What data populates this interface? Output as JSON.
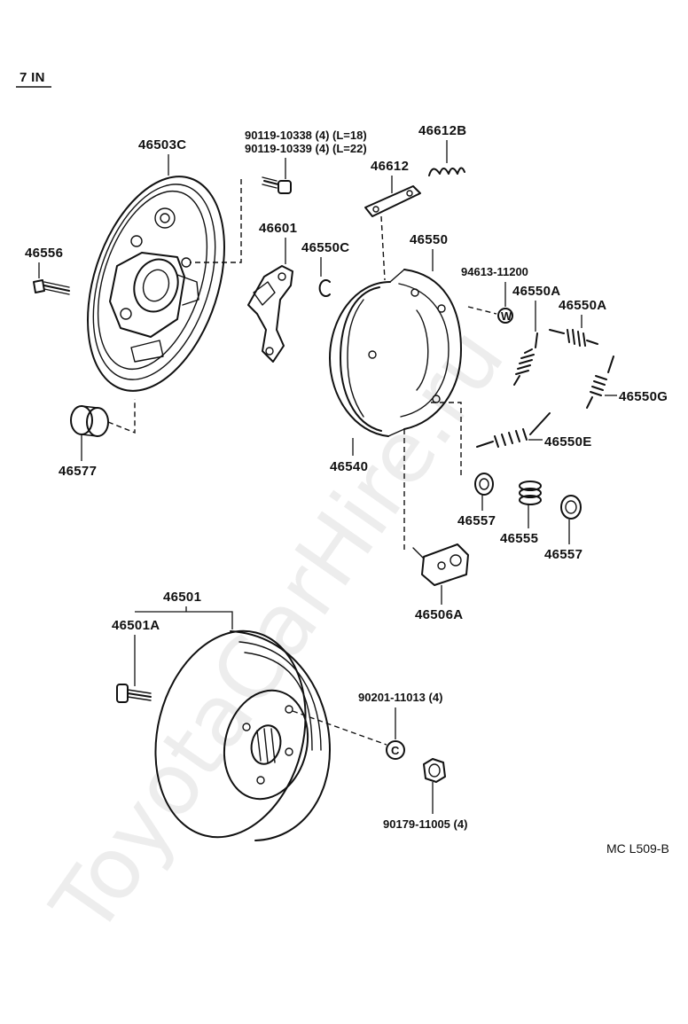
{
  "header": {
    "variant": "7 IN"
  },
  "watermark": "ToyotaCarHire.ru",
  "footer": {
    "code": "MC L509-B"
  },
  "labels": {
    "backing_plate": "46503C",
    "bolt_plug": "46556",
    "hole_plug": "46577",
    "bolts_a": "90119-10338 (4) (L=18)",
    "bolts_b": "90119-10339 (4) (L=22)",
    "lever": "46601",
    "c_washer": "46550C",
    "strut": "46612",
    "strut_spring": "46612B",
    "shoe_set": "46550",
    "washer_w": "94613-11200",
    "spring_a1": "46550A",
    "spring_a2": "46550A",
    "spring_g": "46550G",
    "spring_e": "46550E",
    "shoe": "46540",
    "cup_left": "46557",
    "spring_hold": "46555",
    "cup_right": "46557",
    "wheel_cyl": "46506A",
    "drum": "46501",
    "hub_bolt": "46501A",
    "nut_c": "90201-11013 (4)",
    "nut_hex": "90179-11005 (4)"
  }
}
